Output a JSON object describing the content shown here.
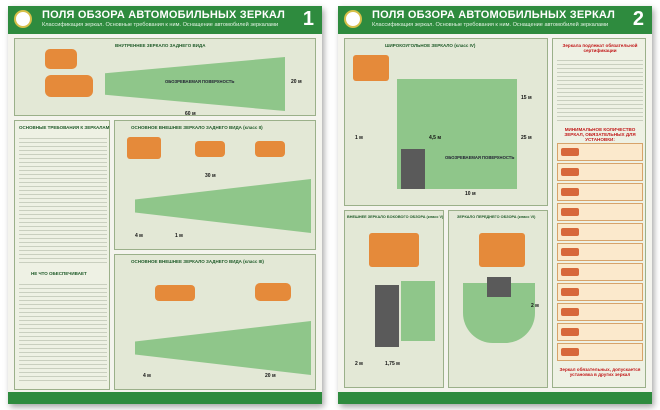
{
  "posters": [
    {
      "number": "1",
      "title": "ПОЛЯ ОБЗОРА АВТОМОБИЛЬНЫХ ЗЕРКАЛ",
      "subtitle": "Классификация зеркал. Основные требования к ним. Оснащение автомобилей зеркалами",
      "labels": {
        "inner_mirror": "ВНУТРЕННЕЕ ЗЕРКАЛО ЗАДНЕГО ВИДА",
        "observed_surface": "ОБОЗРЕВАЕМАЯ ПОВЕРХНОСТЬ",
        "basic_reqs": "ОСНОВНЫЕ ТРЕБОВАНИЯ К ЗЕРКАЛАМ",
        "main_outer_2": "ОСНОВНОЕ ВНЕШНЕЕ ЗЕРКАЛО ЗАДНЕГО ВИДА (класс II)",
        "main_outer_3": "ОСНОВНОЕ ВНЕШНЕЕ ЗЕРКАЛО ЗАДНЕГО ВИДА (класс III)",
        "not_allowed": "НЕ ЧТО ОБЕСПЕЧИВАЕТ"
      },
      "dims": {
        "d20": "20 м",
        "d60": "60 м",
        "d30": "30 м",
        "d4": "4 м",
        "d1": "1 м"
      }
    },
    {
      "number": "2",
      "title": "ПОЛЯ ОБЗОРА АВТОМОБИЛЬНЫХ ЗЕРКАЛ",
      "subtitle": "Классификация зеркал. Основные требования к ним. Оснащение автомобилей зеркалами",
      "labels": {
        "wide_angle": "ШИРОКОУГОЛЬНОЕ ЗЕРКАЛО (класс IV)",
        "observed_surface": "ОБОЗРЕВАЕМАЯ ПОВЕРХНОСТЬ",
        "side_mirror": "ВНЕШНЕЕ ЗЕРКАЛО БОКОВОГО ОБЗОРА (класс V)",
        "front_mirror": "ЗЕРКАЛО ПЕРЕДНЕГО ОБЗОРА (класс VI)",
        "right_col_1": "Зеркала подлежат обязательной сертификации",
        "right_col_2": "МИНИМАЛЬНОЕ КОЛИЧЕСТВО ЗЕРКАЛ, ОБЯЗАТЕЛЬНЫХ ДЛЯ УСТАНОВКИ:",
        "bottom_note": "Зеркал обязательных, допускается установка в других зеркал"
      },
      "dims": {
        "d15": "15 м",
        "d25": "25 м",
        "d45": "4,5 м",
        "d10": "10 м",
        "d1": "1 м",
        "d2": "2 м",
        "d175": "1,75 м"
      }
    }
  ]
}
